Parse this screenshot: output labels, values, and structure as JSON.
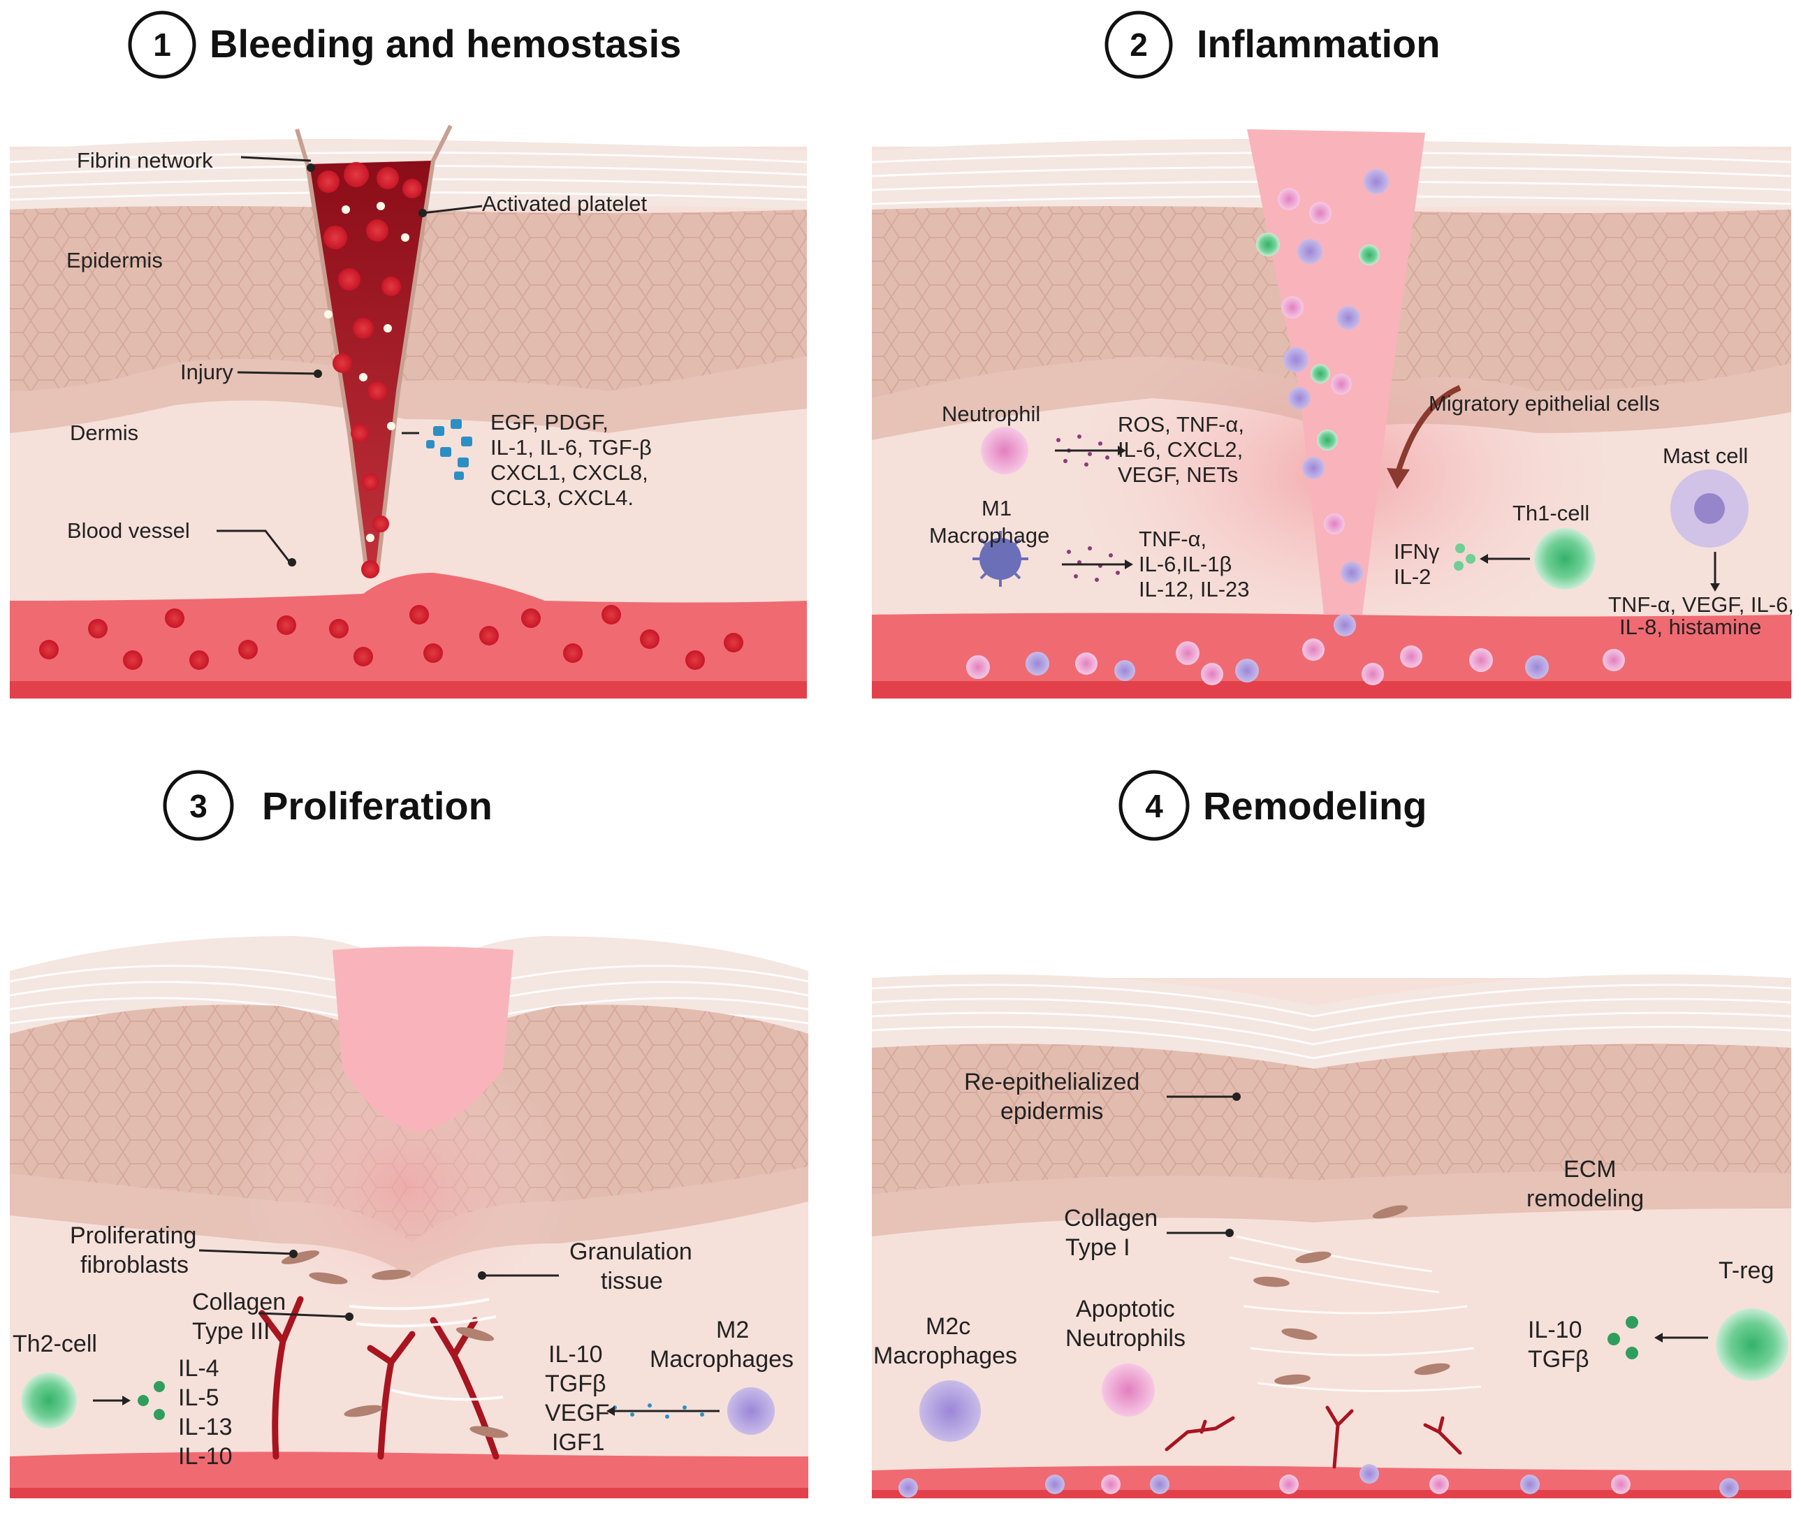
{
  "panels": [
    {
      "number": "1",
      "title": "Bleeding and hemostasis",
      "labels": {
        "fibrin": "Fibrin network",
        "platelet": "Activated platelet",
        "epidermis": "Epidermis",
        "injury": "Injury",
        "dermis": "Dermis",
        "vessel": "Blood vessel"
      },
      "mediators": [
        "EGF, PDGF,",
        "IL-1, IL-6, TGF-β",
        "CXCL1, CXCL8,",
        "CCL3, CXCL4."
      ]
    },
    {
      "number": "2",
      "title": "Inflammation",
      "labels": {
        "neutrophil": "Neutrophil",
        "m1_line1": "M1",
        "m1_line2": "Macrophage",
        "migratory": "Migratory epithelial cells",
        "mast": "Mast cell",
        "th1": "Th1-cell",
        "ifn": "IFNγ",
        "il2": "IL-2"
      },
      "neutrophil_mediators": [
        "ROS, TNF-α,",
        "IL-6, CXCL2,",
        "VEGF, NETs"
      ],
      "m1_mediators": [
        "TNF-α,",
        "IL-6,IL-1β",
        "IL-12, IL-23"
      ],
      "mast_mediators": [
        "TNF-α, VEGF, IL-6,",
        "IL-8, histamine"
      ]
    },
    {
      "number": "3",
      "title": "Proliferation",
      "labels": {
        "prolif_line1": "Proliferating",
        "prolif_line2": "fibroblasts",
        "gran_line1": "Granulation",
        "gran_line2": "tissue",
        "coll_line1": "Collagen",
        "coll_line2": "Type III",
        "th2": "Th2-cell",
        "m2_line1": "M2",
        "m2_line2": "Macrophages"
      },
      "th2_mediators": [
        "IL-4",
        "IL-5",
        "IL-13",
        "IL-10"
      ],
      "m2_mediators": [
        "IL-10",
        "TGFβ",
        "VEGF",
        "IGF1"
      ]
    },
    {
      "number": "4",
      "title": "Remodeling",
      "labels": {
        "reepi_line1": "Re-epithelialized",
        "reepi_line2": "epidermis",
        "ecm_line1": "ECM",
        "ecm_line2": "remodeling",
        "coll_line1": "Collagen",
        "coll_line2": "Type I",
        "treg": "T-reg",
        "m2c_line1": "M2c",
        "m2c_line2": "Macrophages",
        "apop_line1": "Apoptotic",
        "apop_line2": "Neutrophils"
      },
      "treg_mediators": [
        "IL-10",
        "TGFβ"
      ]
    }
  ],
  "colors": {
    "stratum": "#f4e6e1",
    "epidermis": "#e8c4b8",
    "dermis": "#f6e0da",
    "vessel": "#f06a72",
    "blood": "#b81f2d",
    "wound_pink": "#f9b3bb"
  }
}
